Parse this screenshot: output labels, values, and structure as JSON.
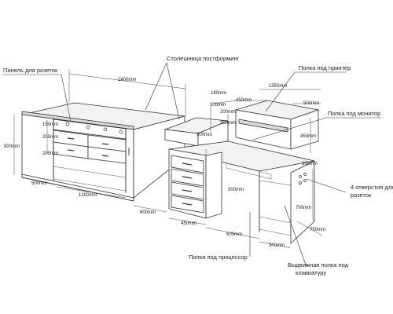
{
  "labels": {
    "socket_panel": "Панель для розеток",
    "countertop": "Столешница постформинг",
    "printer_shelf": "Полка под принтер",
    "monitor_shelf": "Полка под монитор",
    "sockets_line1": "4 отверстия для",
    "sockets_line2": "розеток",
    "processor_shelf": "Полка под процессор",
    "keyboard_tray_line1": "Выдвижная полка под",
    "keyboard_tray_line2": "клавиатуру"
  },
  "dimensions": {
    "d2400": "2400mm",
    "d1350": "1350mm",
    "d900": "900mm",
    "d150": "150mm",
    "d205a": "205mm",
    "d205b": "205mm",
    "d500": "500mm",
    "d1200": "1200mm",
    "d600a": "600mm",
    "d450a": "450mm",
    "d600b": "600mm",
    "d300a": "300mm",
    "d750": "750mm",
    "d700": "700mm",
    "d300b": "300mm",
    "d300c": "300mm",
    "d300d": "300mm",
    "d300e": "300mm",
    "d180": "180mm",
    "d450b": "450mm",
    "d200": "200mm",
    "d500b": "500mm",
    "d450c": "450mm",
    "d600c": "600mm"
  }
}
